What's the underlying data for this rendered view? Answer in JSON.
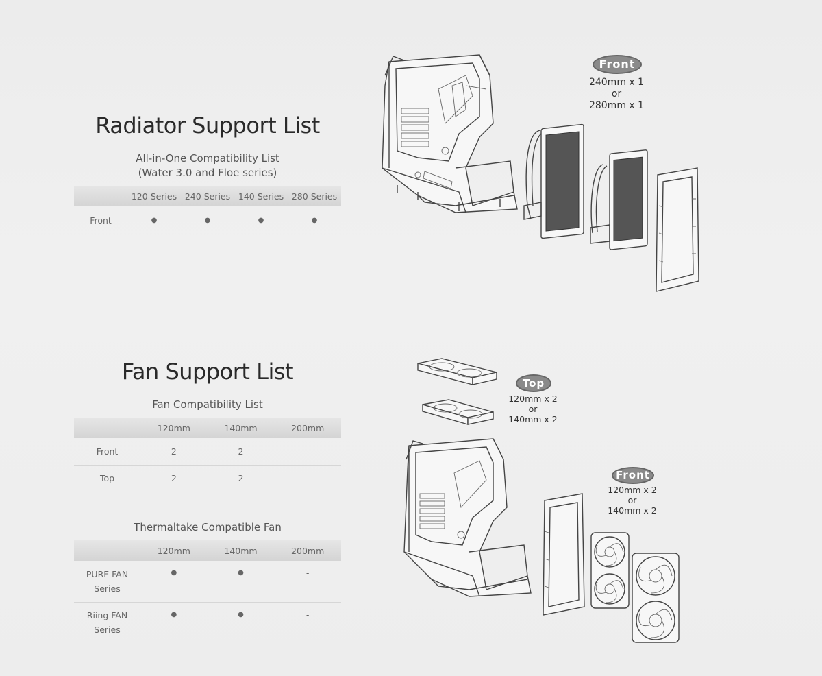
{
  "radiator": {
    "title": "Radiator Support List",
    "subtitle_line1": "All-in-One Compatibility List",
    "subtitle_line2": "(Water 3.0 and Floe series)",
    "columns": [
      "",
      "120 Series",
      "240 Series",
      "140 Series",
      "280 Series"
    ],
    "rows": [
      {
        "label": "Front",
        "cells": [
          "●",
          "●",
          "●",
          "●"
        ]
      }
    ]
  },
  "fan": {
    "title": "Fan Support List",
    "subtitle": "Fan Compatibility List",
    "columns": [
      "",
      "120mm",
      "140mm",
      "200mm"
    ],
    "rows": [
      {
        "label": "Front",
        "cells": [
          "2",
          "2",
          "-"
        ]
      },
      {
        "label": "Top",
        "cells": [
          "2",
          "2",
          "-"
        ]
      }
    ]
  },
  "compatible_fan": {
    "subtitle": "Thermaltake Compatible Fan",
    "columns": [
      "",
      "120mm",
      "140mm",
      "200mm"
    ],
    "rows": [
      {
        "label_line1": "PURE FAN",
        "label_line2": "Series",
        "cells": [
          "●",
          "●",
          "-"
        ]
      },
      {
        "label_line1": "Riing FAN",
        "label_line2": "Series",
        "cells": [
          "●",
          "●",
          "-"
        ]
      }
    ]
  },
  "callouts": {
    "radiator_front": {
      "badge": "Front",
      "line1": "240mm x 1",
      "line2": "or",
      "line3": "280mm x 1"
    },
    "fan_top": {
      "badge": "Top",
      "line1": "120mm x 2",
      "line2": "or",
      "line3": "140mm x 2"
    },
    "fan_front": {
      "badge": "Front",
      "line1": "120mm x 2",
      "line2": "or",
      "line3": "140mm x 2"
    }
  },
  "colors": {
    "background": "#eeeeee",
    "header_band": "#d8d8d8",
    "badge": "#8a8a8a"
  }
}
